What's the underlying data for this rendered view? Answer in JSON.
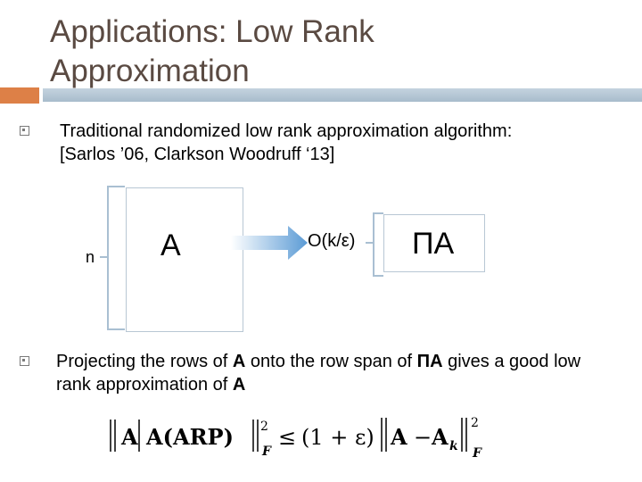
{
  "slide": {
    "title_line1": "Applications: Low Rank",
    "title_line2": "Approximation",
    "bullet1": "Traditional randomized low rank approximation algorithm: [Sarlos ’06, Clarkson Woodruff ‘13]",
    "bullet2_parts": {
      "p1": "Projecting the rows of ",
      "a1": "A",
      "p2": " onto the row span of ",
      "pa": "ΠA",
      "p3": " gives a good low rank approximation of ",
      "a2": "A"
    }
  },
  "diagram": {
    "n_label": "n",
    "matrix_label": "A",
    "sketch_label": "ΠA",
    "rows_label": "O(k/ε)",
    "colors": {
      "arrow": "#5b9bd5",
      "brace": "#a9bfd2",
      "accent": "#dd8047"
    }
  },
  "formula": {
    "lhs_label": "A",
    "rhs_factor": "(1 + ε)",
    "rhs_label": "A",
    "subscript_k": "k",
    "subscript_F": "F",
    "exponent": "2"
  }
}
